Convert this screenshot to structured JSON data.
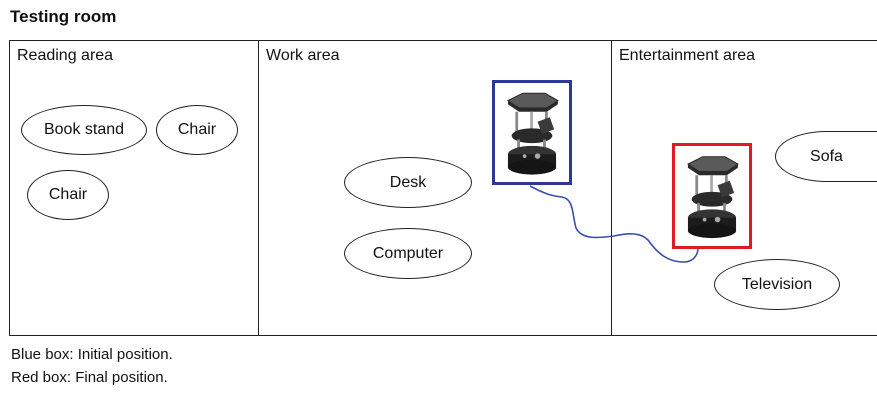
{
  "title": "Testing room",
  "areas": [
    {
      "label": "Reading area"
    },
    {
      "label": "Work area"
    },
    {
      "label": "Entertainment area"
    }
  ],
  "objects": {
    "book_stand": "Book stand",
    "chair_1": "Chair",
    "chair_2": "Chair",
    "desk": "Desk",
    "computer": "Computer",
    "sofa": "Sofa",
    "television": "Television"
  },
  "robot": {
    "initial_box_color": "#2b3a96",
    "final_box_color": "#e01a22",
    "path_color": "#3a4fb0"
  },
  "legend": {
    "blue": "Blue box: Initial position.",
    "red": "Red box: Final position."
  }
}
